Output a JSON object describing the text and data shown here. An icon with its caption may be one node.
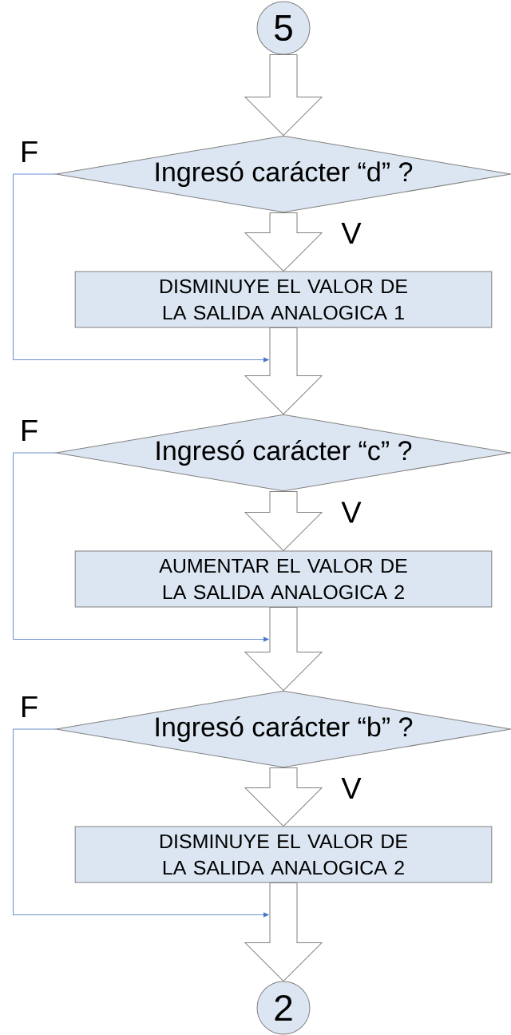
{
  "diagram": {
    "nodes": [
      {
        "text": [
          "5"
        ]
      },
      {
        "text": [
          "Ingresó carácter “d” ?"
        ]
      },
      {
        "text": [
          "DISMINUYE EL VALOR DE LA SALIDA ANALOGICA 1"
        ]
      },
      {
        "text": [
          "Ingresó carácter “c” ?"
        ]
      },
      {
        "text": [
          "AUMENTAR EL VALOR DE LA SALIDA ANALOGICA 2"
        ]
      },
      {
        "text": [
          "Ingresó carácter “b” ?"
        ]
      },
      {
        "text": [
          "DISMINUYE EL VALOR DE LA SALIDA ANALOGICA 2"
        ]
      },
      {
        "text": [
          "2"
        ]
      }
    ],
    "edges": [
      {
        "from": 0,
        "to": 1,
        "arrow": "to"
      },
      {
        "from": 1,
        "to": 2,
        "arrow": "to",
        "label": "V"
      },
      {
        "from": 2,
        "to": 3,
        "arrow": "to"
      },
      {
        "from": 1,
        "to": null,
        "arrow": "to",
        "label": "F",
        "color": "#4472c4"
      },
      {
        "from": 3,
        "to": 4,
        "arrow": "to",
        "label": "V"
      },
      {
        "from": 4,
        "to": 5,
        "arrow": "to"
      },
      {
        "from": 3,
        "to": null,
        "arrow": "to",
        "label": "F",
        "color": "#4472c4"
      },
      {
        "from": 5,
        "to": 6,
        "arrow": "to",
        "label": "V"
      },
      {
        "from": 6,
        "to": 7,
        "arrow": "to"
      },
      {
        "from": 5,
        "to": null,
        "arrow": "to",
        "label": "F",
        "color": "#4472c4"
      }
    ]
  }
}
